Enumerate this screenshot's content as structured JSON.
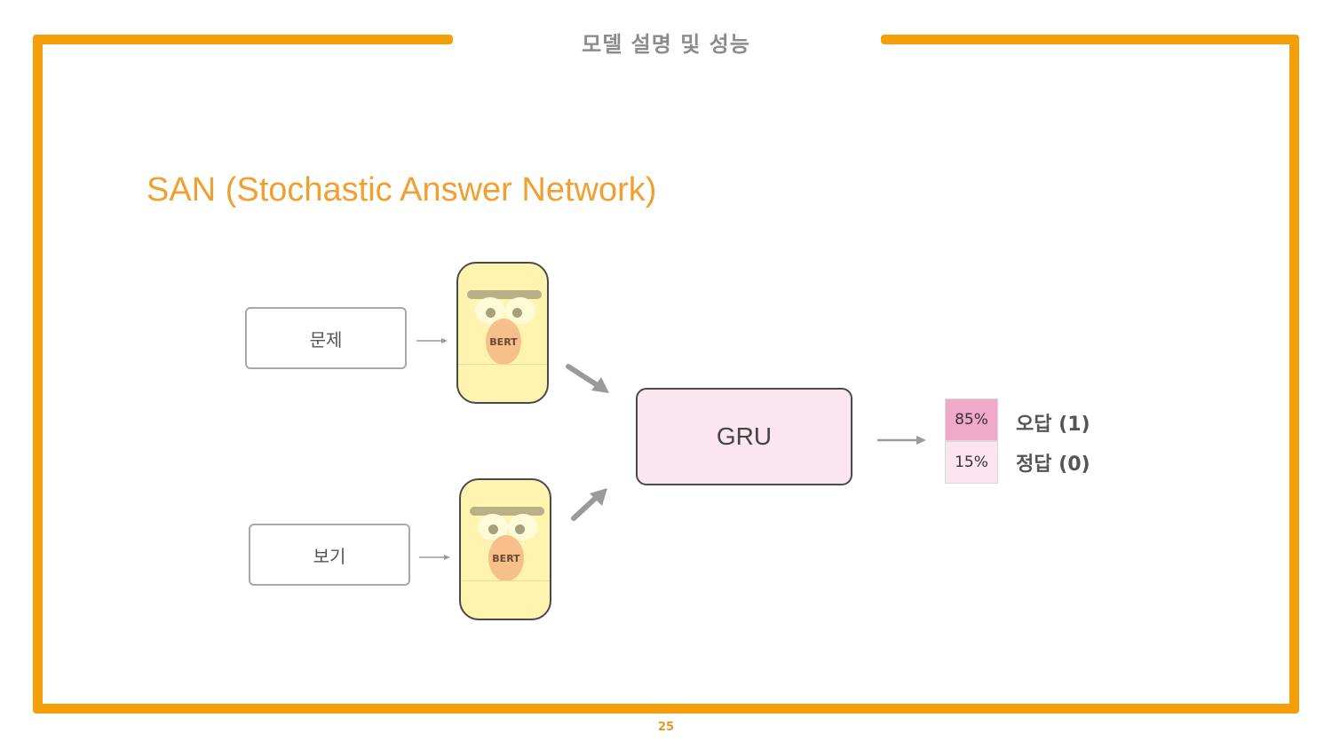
{
  "header": {
    "title": "모델 설명 및 성능"
  },
  "section": {
    "title": "SAN (Stochastic Answer Network)"
  },
  "inputs": [
    {
      "label": "문제"
    },
    {
      "label": "보기"
    }
  ],
  "encoders": [
    {
      "label": "BERT"
    },
    {
      "label": "BERT"
    }
  ],
  "gru": {
    "label": "GRU"
  },
  "outputs": [
    {
      "prob": "85%",
      "label": "오답 (1)",
      "color": "#f1a9c9"
    },
    {
      "prob": "15%",
      "label": "정답 (0)",
      "color": "#fbe4ee"
    }
  ],
  "footer": {
    "page": "25"
  },
  "colors": {
    "frame": "#f59e0b",
    "title": "#f0a030"
  }
}
